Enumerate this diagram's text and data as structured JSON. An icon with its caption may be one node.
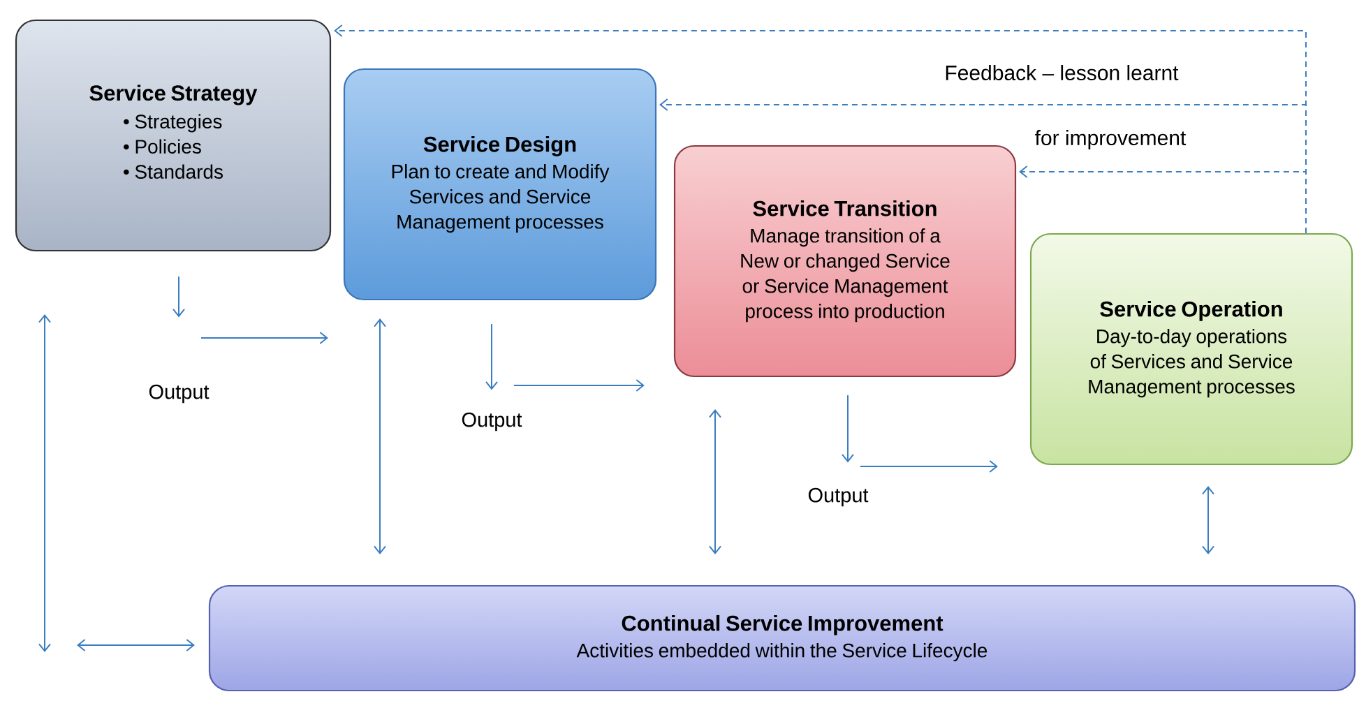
{
  "diagram": {
    "nodes": [
      {
        "text": [
          "Service Strategy",
          "• Strategies",
          "• Policies",
          "• Standards"
        ]
      },
      {
        "text": [
          "Service Design",
          "Plan to create and Modify Services and Service Management processes"
        ]
      },
      {
        "text": [
          "Service Transition",
          "Manage transition of a New or changed Service or Service Management process into production"
        ]
      },
      {
        "text": [
          "Service Operation",
          "Day-to-day operations of Services and Service Management processes"
        ]
      },
      {
        "text": [
          "Continual Service Improvement",
          "Activities embedded within the Service Lifecycle"
        ]
      },
      {
        "text": [
          "Output"
        ]
      },
      {
        "text": [
          "Output"
        ]
      },
      {
        "text": [
          "Output"
        ]
      }
    ],
    "edges": [
      {
        "from": 0,
        "to": 5,
        "arrow": "to"
      },
      {
        "from": 5,
        "to": 1,
        "arrow": "to"
      },
      {
        "from": 1,
        "to": 6,
        "arrow": "to"
      },
      {
        "from": 6,
        "to": 2,
        "arrow": "to"
      },
      {
        "from": 2,
        "to": 7,
        "arrow": "to"
      },
      {
        "from": 7,
        "to": 3,
        "arrow": "to"
      },
      {
        "from": 1,
        "to": 4,
        "arrow": "both"
      },
      {
        "from": 2,
        "to": 4,
        "arrow": "both"
      },
      {
        "from": 3,
        "to": 4,
        "arrow": "both"
      },
      {
        "from": 0,
        "to": null,
        "arrow": "both"
      },
      {
        "from": null,
        "to": 4,
        "arrow": "both"
      },
      {
        "from": 3,
        "to": 0,
        "arrow": "to",
        "style": "dashed"
      },
      {
        "from": 3,
        "to": 1,
        "arrow": "to",
        "style": "dashed"
      },
      {
        "from": 3,
        "to": 2,
        "arrow": "to",
        "style": "dashed"
      }
    ],
    "labels": [
      "Feedback – lesson learnt",
      "for improvement"
    ]
  }
}
